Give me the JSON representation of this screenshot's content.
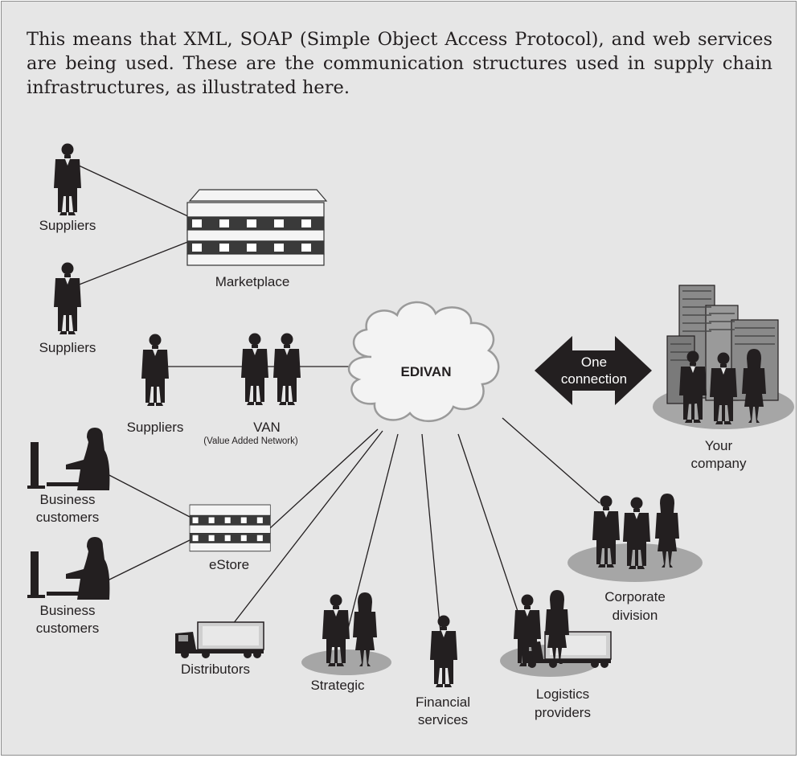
{
  "intro_text": "This means that XML, SOAP (Simple Object Access Protocol), and web services are being used. These are the communication structures used in supply chain infrastructures, as illustrated here.",
  "diagram": {
    "hub_label": "EDIVAN",
    "arrow_label_line1": "One",
    "arrow_label_line2": "connection",
    "nodes": {
      "suppliers_top": "Suppliers",
      "suppliers_mid": "Suppliers",
      "marketplace": "Marketplace",
      "suppliers_van": "Suppliers",
      "van": "VAN",
      "van_full": "(Value Added Network)",
      "your_company_line1": "Your",
      "your_company_line2": "company",
      "business_customers_1_line1": "Business",
      "business_customers_1_line2": "customers",
      "business_customers_2_line1": "Business",
      "business_customers_2_line2": "customers",
      "estore": "eStore",
      "distributors": "Distributors",
      "strategic": "Strategic",
      "financial_line1": "Financial",
      "financial_line2": "services",
      "logistics_line1": "Logistics",
      "logistics_line2": "providers",
      "corporate_line1": "Corporate",
      "corporate_line2": "division"
    }
  }
}
